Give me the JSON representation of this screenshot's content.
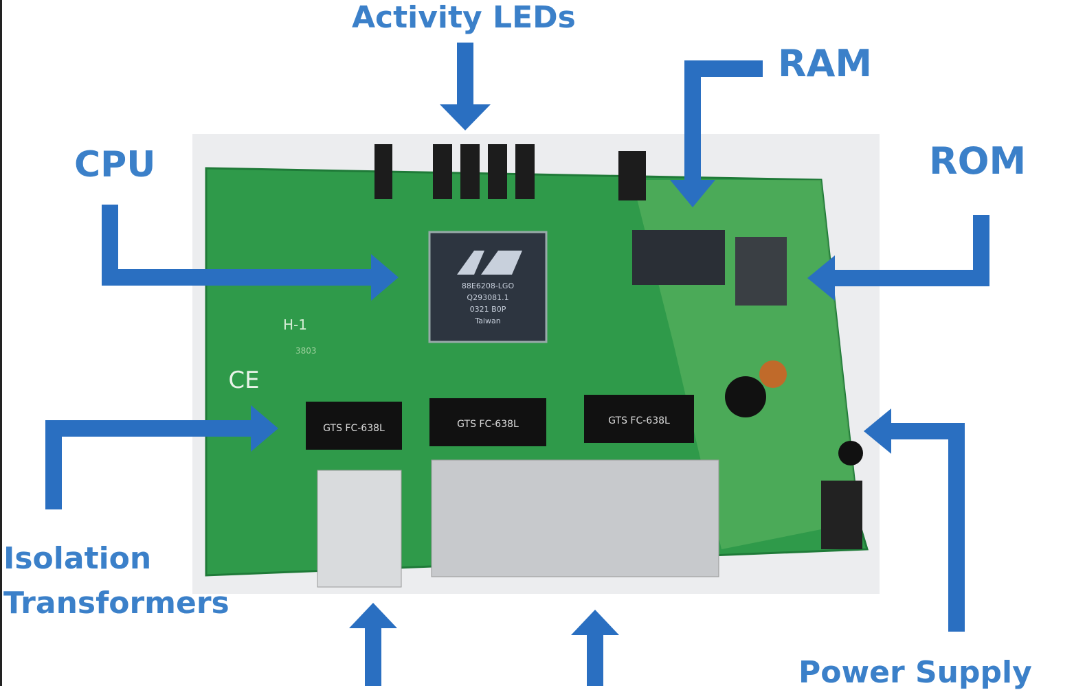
{
  "labels": {
    "activity_leds": "Activity LEDs",
    "ram": "RAM",
    "cpu": "CPU",
    "rom": "ROM",
    "isolation": "Isolation",
    "transformers": "Transformers",
    "power_supply": "Power Supply"
  },
  "chip_text": {
    "cpu_lines": [
      "88E6208-LGO",
      "Q293081.1",
      "0321 B0P",
      "Taiwan"
    ],
    "transformers": [
      "GTS FC-638L",
      "GTS FC-638L",
      "GTS FC-638L"
    ],
    "board_marks": [
      "CE",
      "H-1",
      "3803"
    ]
  },
  "colors": {
    "arrow": "#2a6fc1",
    "label": "#3b80c9",
    "board": "#2f9a4a"
  }
}
